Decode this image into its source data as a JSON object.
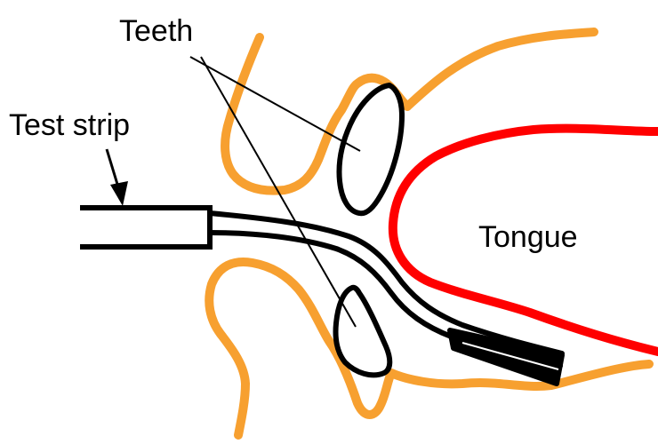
{
  "labels": {
    "teeth": "Teeth",
    "test_strip": "Test strip",
    "tongue": "Tongue"
  },
  "colors": {
    "lips": "#f7a030",
    "tongue": "#ff0000",
    "outline": "#000000",
    "background": "#ffffff"
  }
}
